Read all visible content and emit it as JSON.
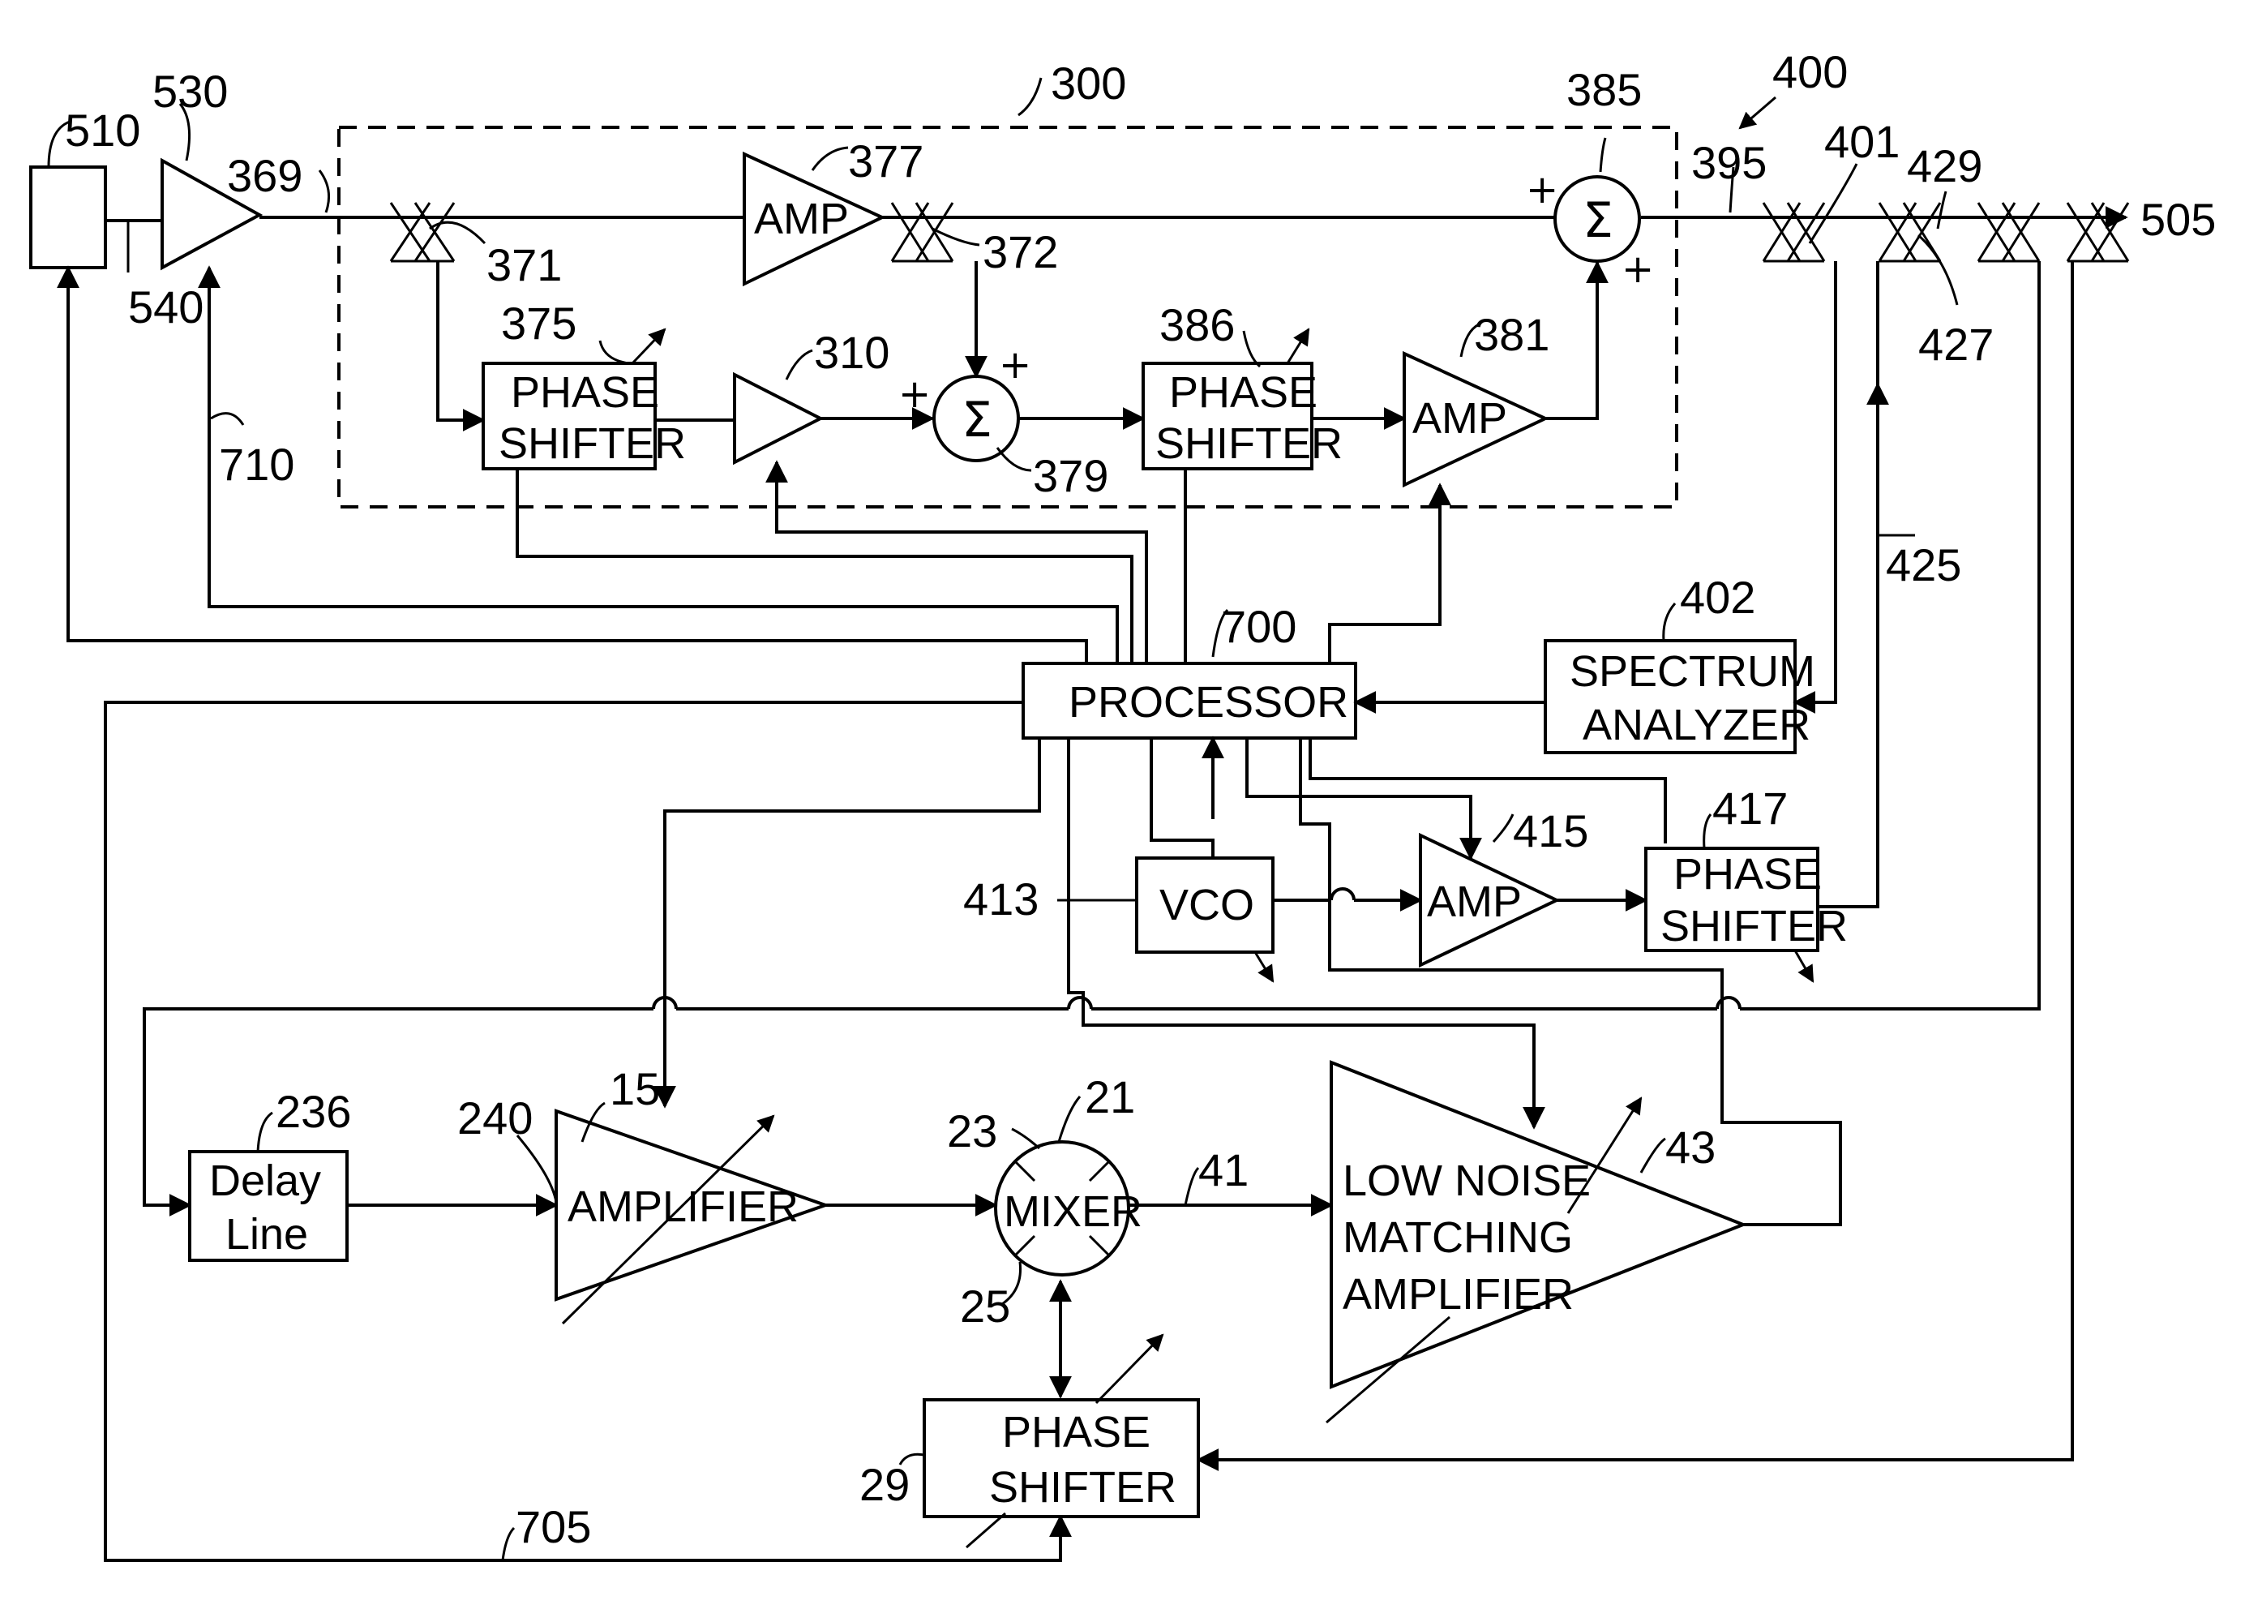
{
  "blocks": {
    "amp_377": "AMP",
    "phase_375": [
      "PHASE",
      "SHIFTER"
    ],
    "phase_386": [
      "PHASE",
      "SHIFTER"
    ],
    "amp_381": "AMP",
    "processor": "PROCESSOR",
    "spectrum": [
      "SPECTRUM",
      "ANALYZER"
    ],
    "vco": "VCO",
    "amp_415": "AMP",
    "phase_417": [
      "PHASE",
      "SHIFTER"
    ],
    "delay": [
      "Delay",
      "Line"
    ],
    "amplifier": "AMPLIFIER",
    "mixer": "MIXER",
    "lna": [
      "LOW NOISE",
      "MATCHING",
      "AMPLIFIER"
    ],
    "phase_29": [
      "PHASE",
      "SHIFTER"
    ]
  },
  "symbols": {
    "sum": "Σ",
    "plus": "+"
  },
  "refs": {
    "r510": "510",
    "r530": "530",
    "r540": "540",
    "r369": "369",
    "r300": "300",
    "r377": "377",
    "r371": "371",
    "r372": "372",
    "r375": "375",
    "r310": "310",
    "r379": "379",
    "r386": "386",
    "r381": "381",
    "r385": "385",
    "r395": "395",
    "r400": "400",
    "r401": "401",
    "r429": "429",
    "r505": "505",
    "r427": "427",
    "r710": "710",
    "r700": "700",
    "r402": "402",
    "r425": "425",
    "r413": "413",
    "r415": "415",
    "r417": "417",
    "r236": "236",
    "r240": "240",
    "r15": "15",
    "r23": "23",
    "r21": "21",
    "r41": "41",
    "r43": "43",
    "r25": "25",
    "r29": "29",
    "r705": "705"
  }
}
